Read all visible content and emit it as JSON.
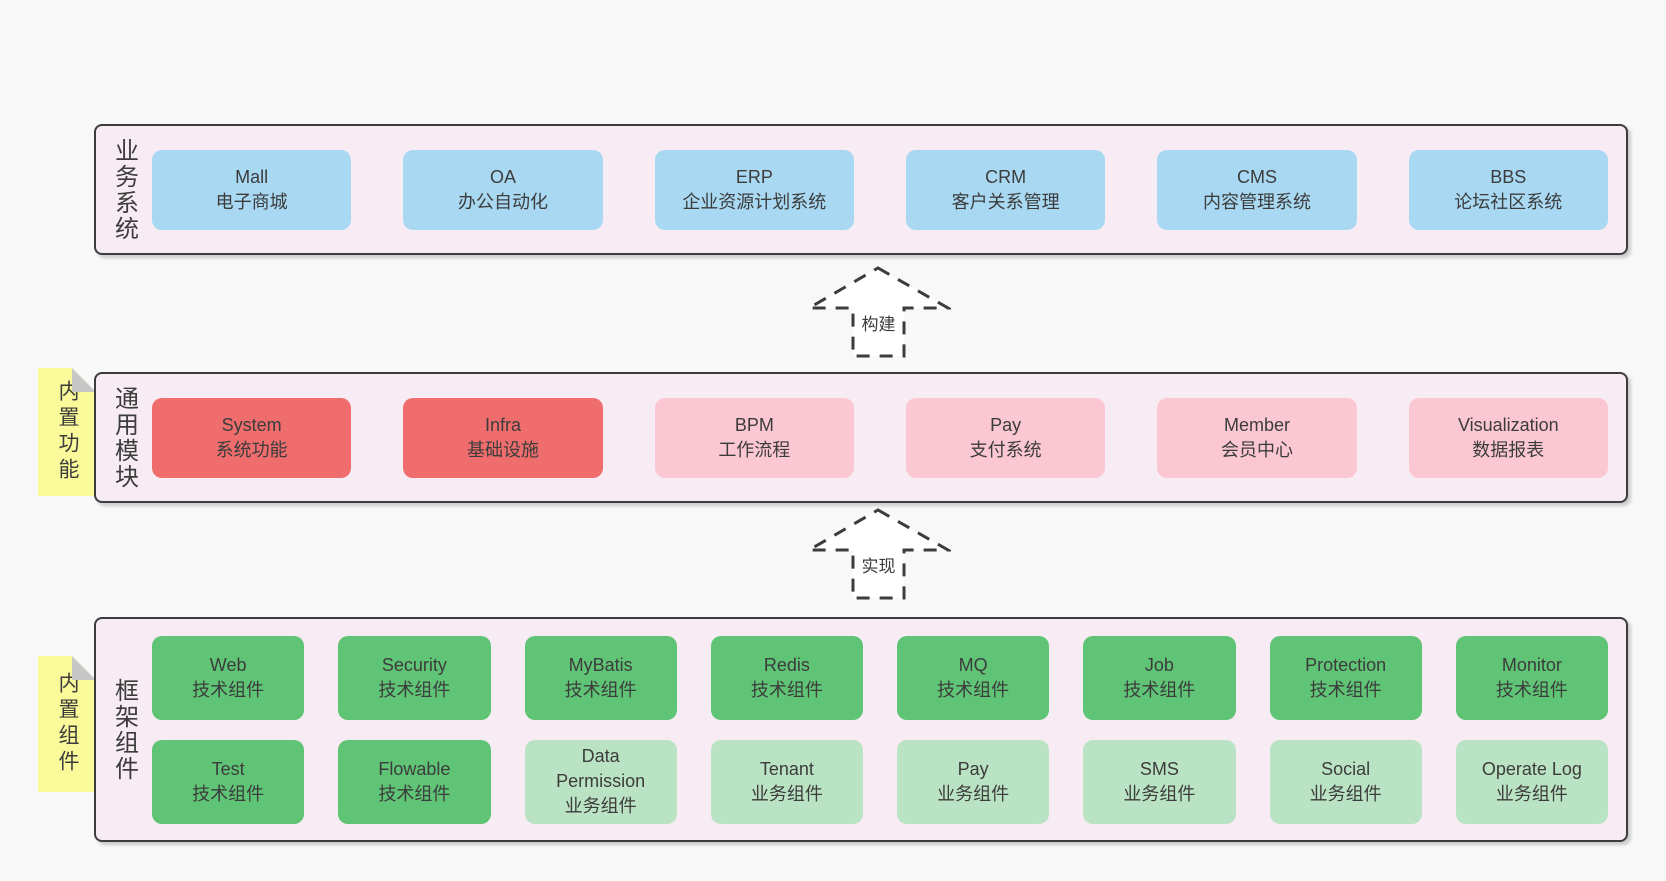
{
  "colors": {
    "page_bg": "#f8f8f8",
    "container_bg": "#f8ecf4",
    "container_border": "#3c3c3c",
    "blue_box": "#a8d8f2",
    "red_box": "#f06d6d",
    "pink_box": "#fbc7d2",
    "green_box": "#5fc475",
    "light_green_box": "#bae3c4",
    "note_yellow": "#fafa9b",
    "note_fold_gray": "#c6c6c6",
    "text": "#3c3c3c"
  },
  "arrows": {
    "build": "构建",
    "implement": "实现"
  },
  "notes": {
    "features": "内置功能",
    "components": "内置组件"
  },
  "business": {
    "label": "业务系统",
    "boxes": [
      {
        "name": "Mall",
        "desc": "电子商城"
      },
      {
        "name": "OA",
        "desc": "办公自动化"
      },
      {
        "name": "ERP",
        "desc": "企业资源计划系统"
      },
      {
        "name": "CRM",
        "desc": "客户关系管理"
      },
      {
        "name": "CMS",
        "desc": "内容管理系统"
      },
      {
        "name": "BBS",
        "desc": "论坛社区系统"
      }
    ]
  },
  "modules": {
    "label": "通用模块",
    "boxes": [
      {
        "name": "System",
        "desc": "系统功能",
        "variant": "red"
      },
      {
        "name": "Infra",
        "desc": "基础设施",
        "variant": "red"
      },
      {
        "name": "BPM",
        "desc": "工作流程",
        "variant": "pink"
      },
      {
        "name": "Pay",
        "desc": "支付系统",
        "variant": "pink"
      },
      {
        "name": "Member",
        "desc": "会员中心",
        "variant": "pink"
      },
      {
        "name": "Visualization",
        "desc": "数据报表",
        "variant": "pink"
      }
    ]
  },
  "framework": {
    "label": "框架组件",
    "row1": [
      {
        "name": "Web",
        "desc": "技术组件",
        "variant": "green"
      },
      {
        "name": "Security",
        "desc": "技术组件",
        "variant": "green"
      },
      {
        "name": "MyBatis",
        "desc": "技术组件",
        "variant": "green"
      },
      {
        "name": "Redis",
        "desc": "技术组件",
        "variant": "green"
      },
      {
        "name": "MQ",
        "desc": "技术组件",
        "variant": "green"
      },
      {
        "name": "Job",
        "desc": "技术组件",
        "variant": "green"
      },
      {
        "name": "Protection",
        "desc": "技术组件",
        "variant": "green"
      },
      {
        "name": "Monitor",
        "desc": "技术组件",
        "variant": "green"
      }
    ],
    "row2": [
      {
        "name": "Test",
        "desc": "技术组件",
        "variant": "green"
      },
      {
        "name": "Flowable",
        "desc": "技术组件",
        "variant": "green"
      },
      {
        "name": "Data Permission",
        "desc": "业务组件",
        "variant": "light-green"
      },
      {
        "name": "Tenant",
        "desc": "业务组件",
        "variant": "light-green"
      },
      {
        "name": "Pay",
        "desc": "业务组件",
        "variant": "light-green"
      },
      {
        "name": "SMS",
        "desc": "业务组件",
        "variant": "light-green"
      },
      {
        "name": "Social",
        "desc": "业务组件",
        "variant": "light-green"
      },
      {
        "name": "Operate Log",
        "desc": "业务组件",
        "variant": "light-green"
      }
    ]
  }
}
